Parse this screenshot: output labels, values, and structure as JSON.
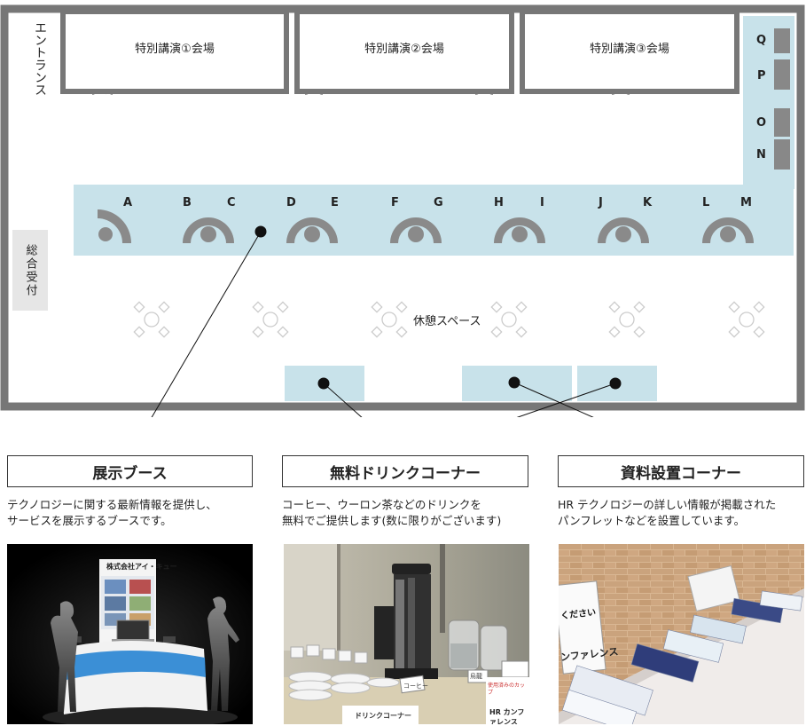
{
  "map": {
    "entrance": "エントランス",
    "halls": [
      "特別講演①会場",
      "特別講演②会場",
      "特別講演③会場"
    ],
    "reception": "総合受付",
    "lounge": "休憩スペース",
    "booth_letters": [
      "A",
      "B",
      "C",
      "D",
      "E",
      "F",
      "G",
      "H",
      "I",
      "J",
      "K",
      "L",
      "M"
    ],
    "side_booths": [
      "Q",
      "P",
      "O",
      "N"
    ]
  },
  "sections": [
    {
      "title": "展示ブース",
      "desc_line1": "テクノロジーに関する最新情報を提供し、",
      "desc_line2": "サービスを展示するブースです。"
    },
    {
      "title": "無料ドリンクコーナー",
      "desc_line1": "コーヒー、ウーロン茶などのドリンクを",
      "desc_line2": "無料でご提供します(数に限りがございます)"
    },
    {
      "title": "資料設置コーナー",
      "desc_line1": "HR テクノロジーの詳しい情報が掲載された",
      "desc_line2": "パンフレットなどを設置しています。"
    }
  ],
  "photos": {
    "booth_sign": "株式会社アイ・キュー",
    "drink_label_coffee": "コーヒー",
    "drink_label_oolong": "烏龍",
    "drink_sign": "ドリンクコーナー",
    "drink_sign2": "HR カンファレンス",
    "drink_note": "使用済みのカップ",
    "pamphlet_sign1": "ください",
    "pamphlet_sign2": "ンファレンス"
  },
  "colors": {
    "wall": "#777777",
    "zone": "#c8e2ea",
    "booth": "#8a8a8a",
    "panel": "#888888"
  }
}
